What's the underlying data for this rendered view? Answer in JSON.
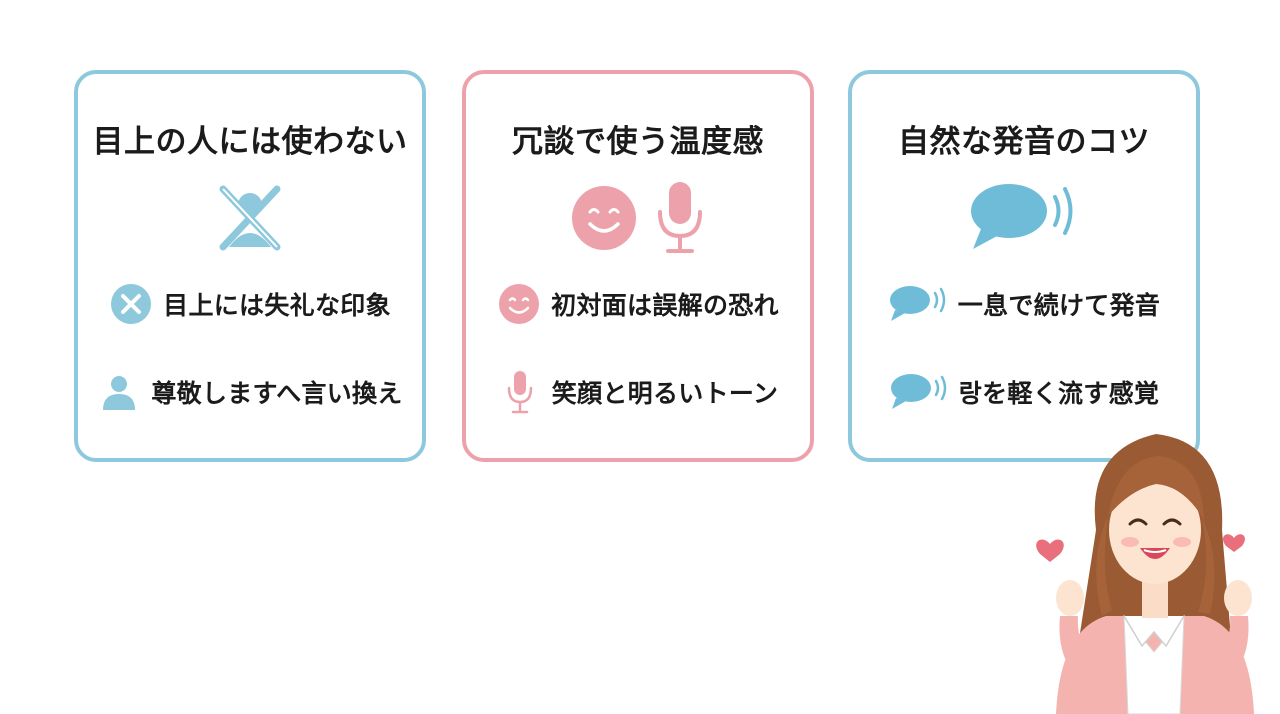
{
  "colors": {
    "blue": "#8ec8dd",
    "pink": "#eda2ab",
    "text": "#1b1b1b"
  },
  "cards": [
    {
      "title": "目上の人には使わない",
      "hero_icon": "crossed-person-icon",
      "items": [
        {
          "icon": "x-circle-icon",
          "text": "目上には失礼な印象"
        },
        {
          "icon": "person-icon",
          "text": "尊敬しますへ言い換え"
        }
      ]
    },
    {
      "title": "冗談で使う温度感",
      "hero_icon": "smiley-and-microphone-icon",
      "items": [
        {
          "icon": "smiley-icon",
          "text": "初対面は誤解の恐れ"
        },
        {
          "icon": "microphone-icon",
          "text": "笑顔と明るいトーン"
        }
      ]
    },
    {
      "title": "自然な発音のコツ",
      "hero_icon": "speech-bubble-sound-icon",
      "items": [
        {
          "icon": "speech-bubble-sound-icon",
          "text": "一息で続けて発音"
        },
        {
          "icon": "speech-bubble-sound-icon",
          "text": "랑を軽く流す感覚"
        }
      ]
    }
  ]
}
